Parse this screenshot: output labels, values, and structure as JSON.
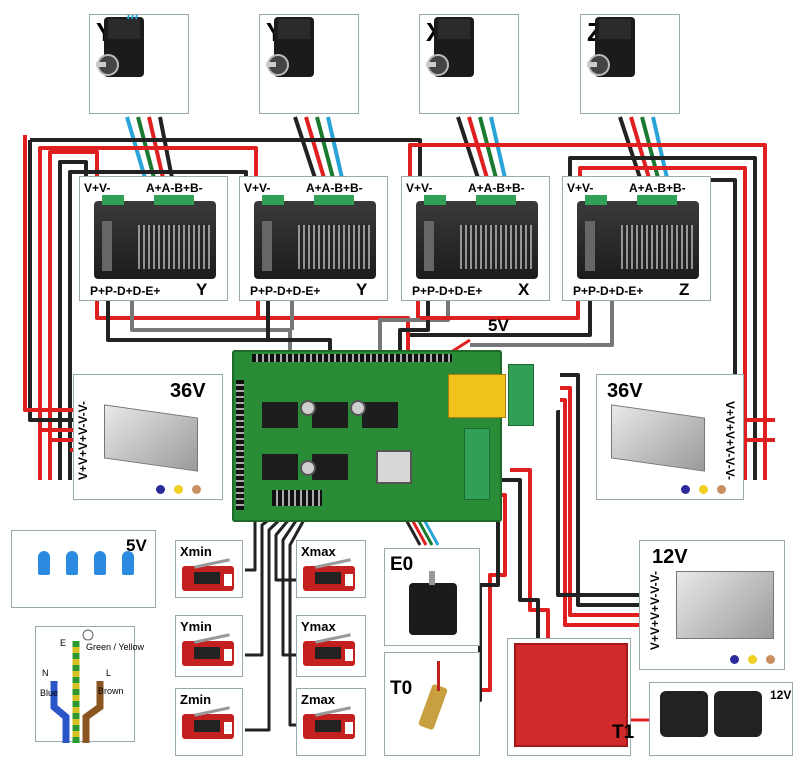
{
  "motors": [
    {
      "axis": "Y"
    },
    {
      "axis": "Y"
    },
    {
      "axis": "X"
    },
    {
      "axis": "Z"
    }
  ],
  "drivers": [
    {
      "axis": "Y",
      "power_pins": "V+V-",
      "motor_pins": "A+A-B+B-",
      "signal_pins": "P+P-D+D-E+"
    },
    {
      "axis": "Y",
      "power_pins": "V+V-",
      "motor_pins": "A+A-B+B-",
      "signal_pins": "P+P-D+D-E+"
    },
    {
      "axis": "X",
      "power_pins": "V+V-",
      "motor_pins": "A+A-B+B-",
      "signal_pins": "P+P-D+D-E+"
    },
    {
      "axis": "Z",
      "power_pins": "V+V-",
      "motor_pins": "A+A-B+B-",
      "signal_pins": "P+P-D+D-E+"
    }
  ],
  "power_supplies": {
    "left": {
      "voltage": "36V",
      "terminals": "V+V+V+V-V-V-"
    },
    "right": {
      "voltage": "36V",
      "terminals": "V+V+V+V-V-V-"
    },
    "bottom": {
      "voltage": "12V",
      "terminals": "V+V+V+V-V-V-"
    }
  },
  "board": {
    "label_5v": "5V"
  },
  "leds": {
    "label": "5V"
  },
  "endstops": {
    "xmin": "Xmin",
    "xmax": "Xmax",
    "ymin": "Ymin",
    "ymax": "Ymax",
    "zmin": "Zmin",
    "zmax": "Zmax"
  },
  "extruder_motor": {
    "label": "E0"
  },
  "hotend": {
    "label": "T0"
  },
  "heatbed": {
    "label": "T1"
  },
  "fans": {
    "label": "12V"
  },
  "mains": {
    "earth": "E",
    "earth_color": "Green / Yellow",
    "neutral": "N",
    "neutral_color": "Blue",
    "live": "L",
    "live_color": "Brown"
  },
  "wire_colors": {
    "positive": "#e02020",
    "negative": "#222222",
    "signal": "#777777",
    "coil_a_plus": "#2aa4d8",
    "coil_a_minus": "#1a7a30",
    "coil_b_plus": "#e02020",
    "coil_b_minus": "#222222"
  },
  "psu_indicator_colors": [
    "#2a2a9a",
    "#f0d020",
    "#c89060"
  ]
}
